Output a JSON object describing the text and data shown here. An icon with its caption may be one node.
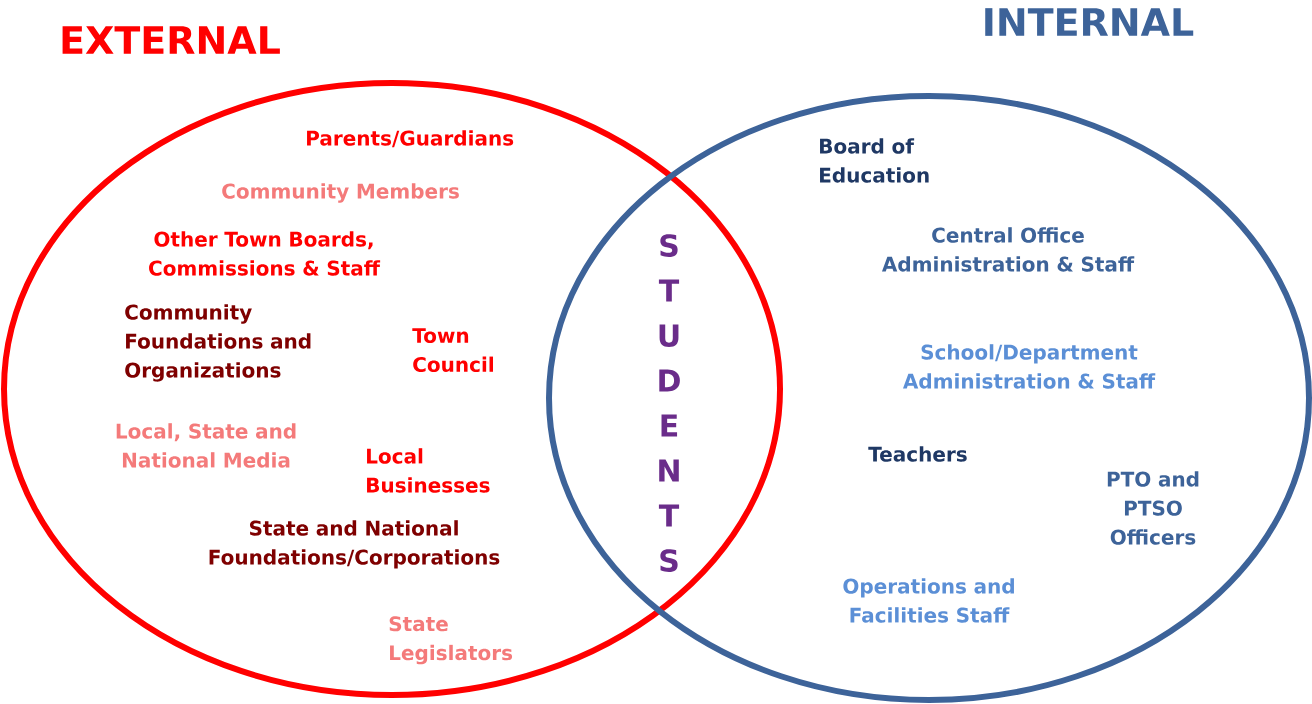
{
  "diagram": {
    "nodes": [
      {
        "text": [
          "EXTERNAL"
        ]
      },
      {
        "text": [
          "INTERNAL"
        ]
      }
    ],
    "labels": [
      "Parents/Guardians",
      "Community Members",
      "Other Town Boards, Commissions & Staff",
      "Community Foundations and Organizations",
      "Town Council",
      "Local, State and National Media",
      "Local Businesses",
      "State and National Foundations/Corporations",
      "State Legislators",
      "STUDENTS",
      "Board of Education",
      "Central Office Administration & Staff",
      "School/Department Administration & Staff",
      "Teachers",
      "PTO and PTSO Officers",
      "Operations and Facilities Staff"
    ]
  }
}
